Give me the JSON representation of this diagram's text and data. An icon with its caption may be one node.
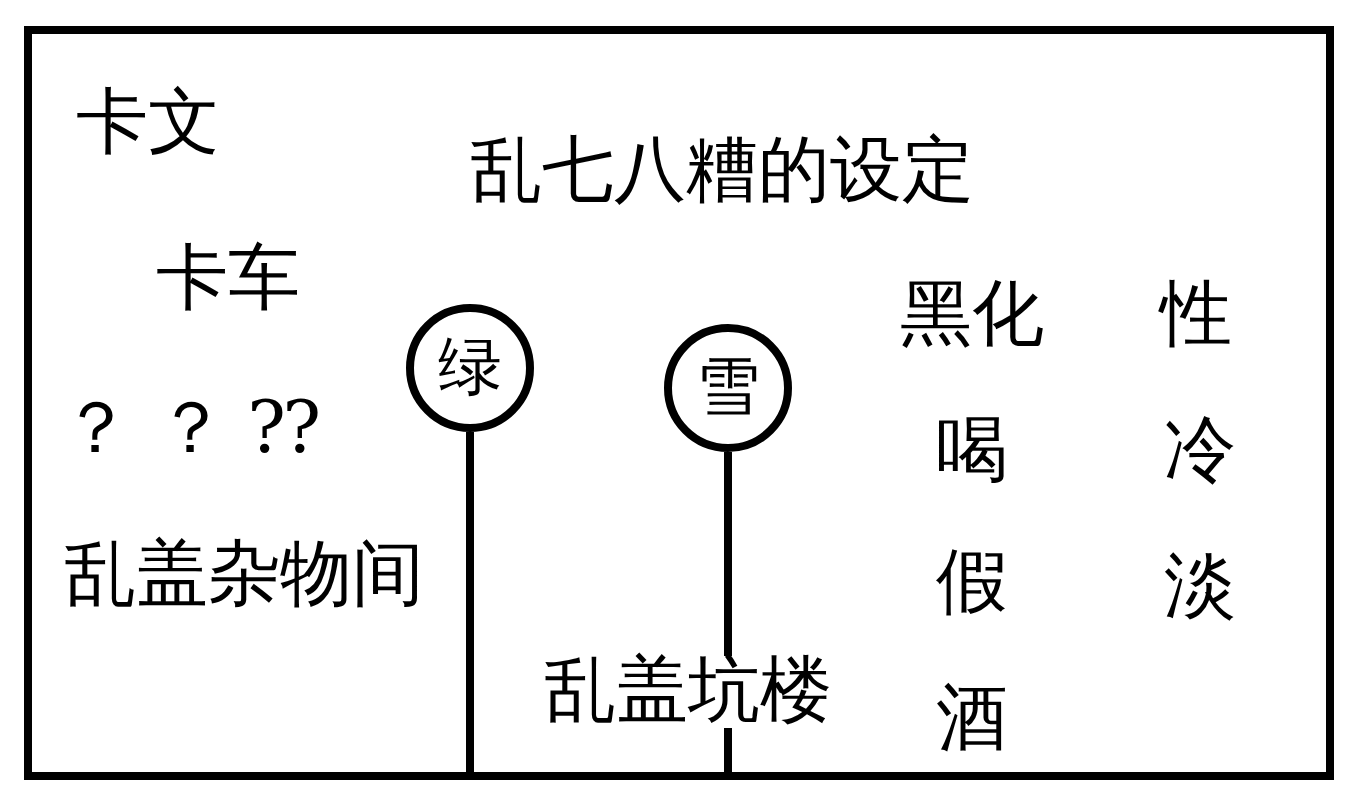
{
  "diagram": {
    "nodes": [
      {
        "text": [
          "绿"
        ]
      },
      {
        "text": [
          "雪"
        ]
      }
    ],
    "edges": [
      {
        "from": 0,
        "to": null,
        "arrow": "none"
      },
      {
        "from": 1,
        "to": null,
        "arrow": "none"
      }
    ],
    "labels": [
      "卡文",
      "乱七八糟的设定",
      "卡车",
      "黑化",
      "性",
      "？ ？ ⁇",
      "喝",
      "冷",
      "乱盖杂物间",
      "假",
      "淡",
      "乱盖坑楼",
      "酒"
    ]
  }
}
